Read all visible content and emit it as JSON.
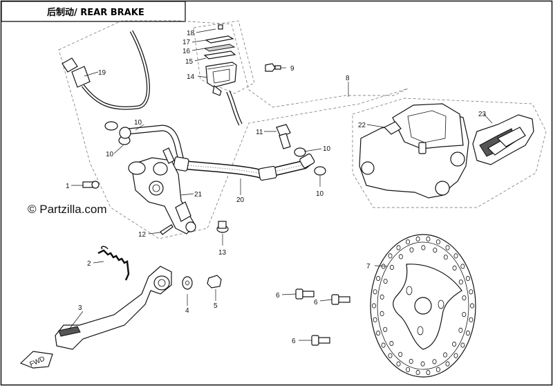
{
  "header": {
    "title": "后制动/ REAR BRAKE"
  },
  "watermark": {
    "text": "© Partzilla.com"
  },
  "pedal_badge": {
    "text": "FWD"
  },
  "callouts": [
    {
      "id": "c1",
      "text": "1"
    },
    {
      "id": "c2",
      "text": "2"
    },
    {
      "id": "c3",
      "text": "3"
    },
    {
      "id": "c4",
      "text": "4"
    },
    {
      "id": "c5",
      "text": "5"
    },
    {
      "id": "c6a",
      "text": "6"
    },
    {
      "id": "c6b",
      "text": "6"
    },
    {
      "id": "c6c",
      "text": "6"
    },
    {
      "id": "c7",
      "text": "7"
    },
    {
      "id": "c8",
      "text": "8"
    },
    {
      "id": "c9",
      "text": "9"
    },
    {
      "id": "c10a",
      "text": "10"
    },
    {
      "id": "c10b",
      "text": "10"
    },
    {
      "id": "c10c",
      "text": "10"
    },
    {
      "id": "c10d",
      "text": "10"
    },
    {
      "id": "c11",
      "text": "11"
    },
    {
      "id": "c12",
      "text": "12"
    },
    {
      "id": "c13",
      "text": "13"
    },
    {
      "id": "c14",
      "text": "14"
    },
    {
      "id": "c15",
      "text": "15"
    },
    {
      "id": "c16",
      "text": "16"
    },
    {
      "id": "c17",
      "text": "17"
    },
    {
      "id": "c18",
      "text": "18"
    },
    {
      "id": "c19",
      "text": "19"
    },
    {
      "id": "c20",
      "text": "20"
    },
    {
      "id": "c21",
      "text": "21"
    },
    {
      "id": "c22",
      "text": "22"
    },
    {
      "id": "c23",
      "text": "23"
    }
  ]
}
